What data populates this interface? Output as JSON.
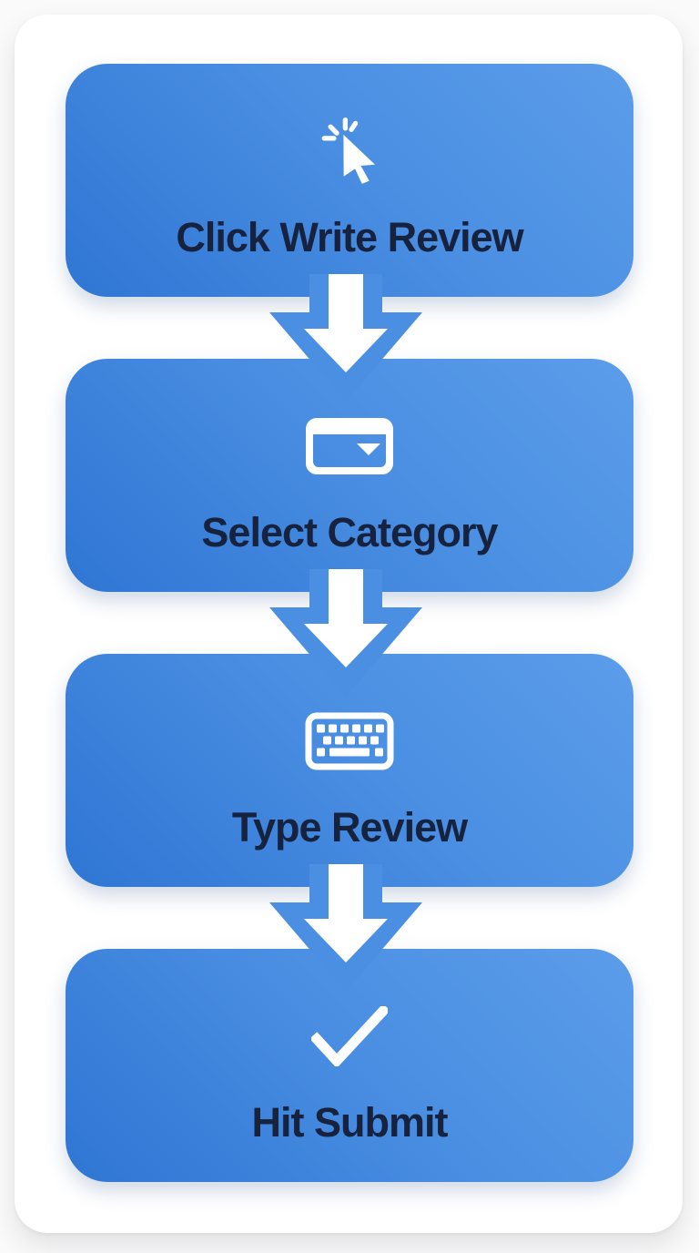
{
  "diagram": {
    "type": "flowchart",
    "direction": "top-to-bottom",
    "steps": [
      {
        "label": "Click Write Review",
        "icon": "cursor-click-icon"
      },
      {
        "label": "Select Category",
        "icon": "dropdown-icon"
      },
      {
        "label": "Type Review",
        "icon": "keyboard-icon"
      },
      {
        "label": "Hit Submit",
        "icon": "checkmark-icon"
      }
    ],
    "connectors": [
      {
        "from": 0,
        "to": 1,
        "shape": "down-arrow"
      },
      {
        "from": 1,
        "to": 2,
        "shape": "down-arrow"
      },
      {
        "from": 2,
        "to": 3,
        "shape": "down-arrow"
      }
    ],
    "colors": {
      "box_gradient_start": "#2f76d4",
      "box_gradient_end": "#5c9dea",
      "arrow_fill": "#ffffff",
      "arrow_outline": "#4a8fe2",
      "icon_color": "#ffffff",
      "label_text": "#16223e",
      "card_background": "#ffffff",
      "page_background": "#fafafb"
    }
  }
}
